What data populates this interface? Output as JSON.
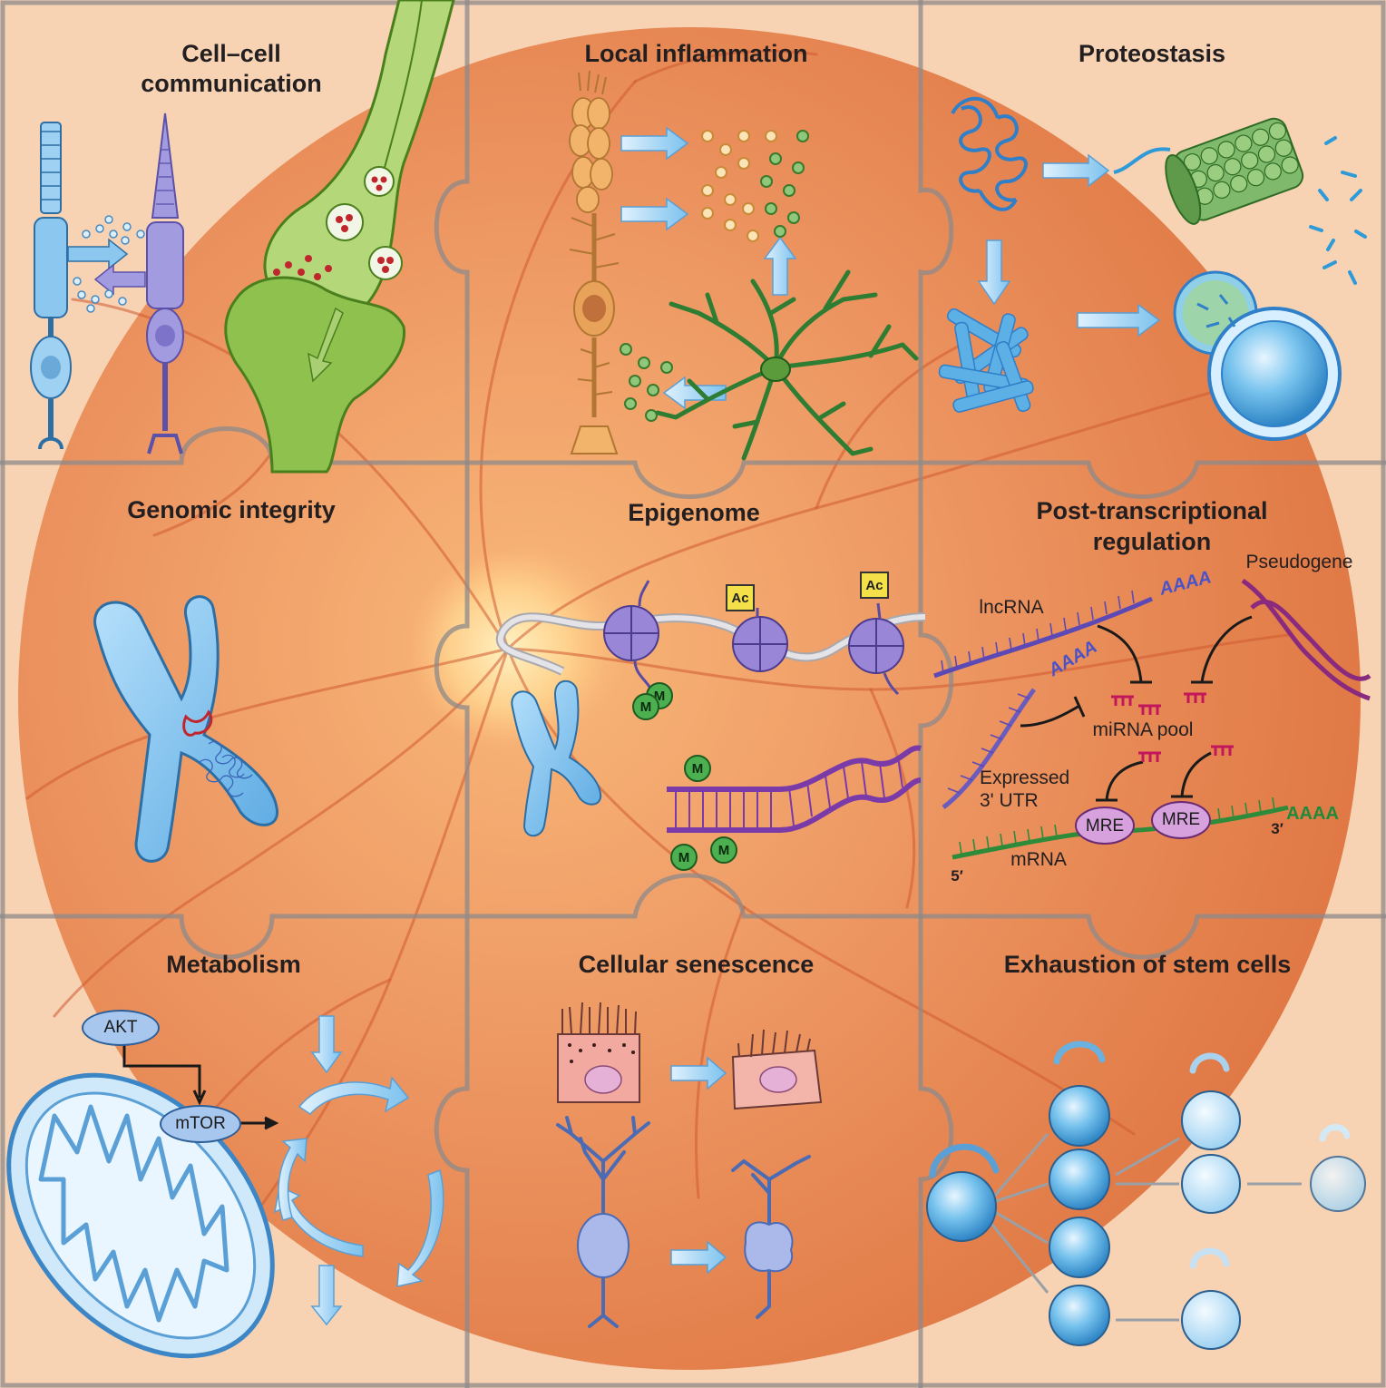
{
  "tiles": {
    "cell_cell": {
      "title_line1": "Cell–cell",
      "title_line2": "communication"
    },
    "local_inflammation": {
      "title": "Local inflammation"
    },
    "proteostasis": {
      "title": "Proteostasis"
    },
    "genomic_integrity": {
      "title": "Genomic integrity"
    },
    "epigenome": {
      "title": "Epigenome",
      "methyl_mark": "M",
      "acetyl_mark": "Ac"
    },
    "post_transcriptional": {
      "title_line1": "Post-transcriptional",
      "title_line2": "regulation",
      "lncrna": "lncRNA",
      "pseudogene": "Pseudogene",
      "polyA_1": "AAAA",
      "polyA_2": "AAAA",
      "polyA_3": "AAAA",
      "mirna_pool": "miRNA pool",
      "expressed_line1": "Expressed",
      "expressed_line2": "3' UTR",
      "mre_1": "MRE",
      "mre_2": "MRE",
      "mrna": "mRNA",
      "five_prime": "5′",
      "three_prime": "3′"
    },
    "metabolism": {
      "title": "Metabolism",
      "akt": "AKT",
      "mtor": "mTOR"
    },
    "senescence": {
      "title": "Cellular senescence"
    },
    "stem_cells": {
      "title": "Exhaustion of stem cells"
    }
  },
  "colors": {
    "background_tile": "#f7d3b4",
    "retina_orange": "#e8834f",
    "vessel": "#d0562e",
    "cell_blue": "#7ec3ec",
    "neuron_purple": "#8c86d6",
    "microglia_green": "#2e8b3a",
    "synapse_green": "#8dc24a",
    "dna_purple": "#6a2c91",
    "polyA_blue": "#4a52c9",
    "mrna_green": "#1f8a3a"
  },
  "icons": [
    "synapse",
    "photoreceptor",
    "microglia",
    "proteasome",
    "aggregate",
    "chromosome",
    "nucleosome",
    "dna-helix",
    "mitochondrion",
    "tca-cycle",
    "rpe-cell",
    "stem-cell"
  ]
}
